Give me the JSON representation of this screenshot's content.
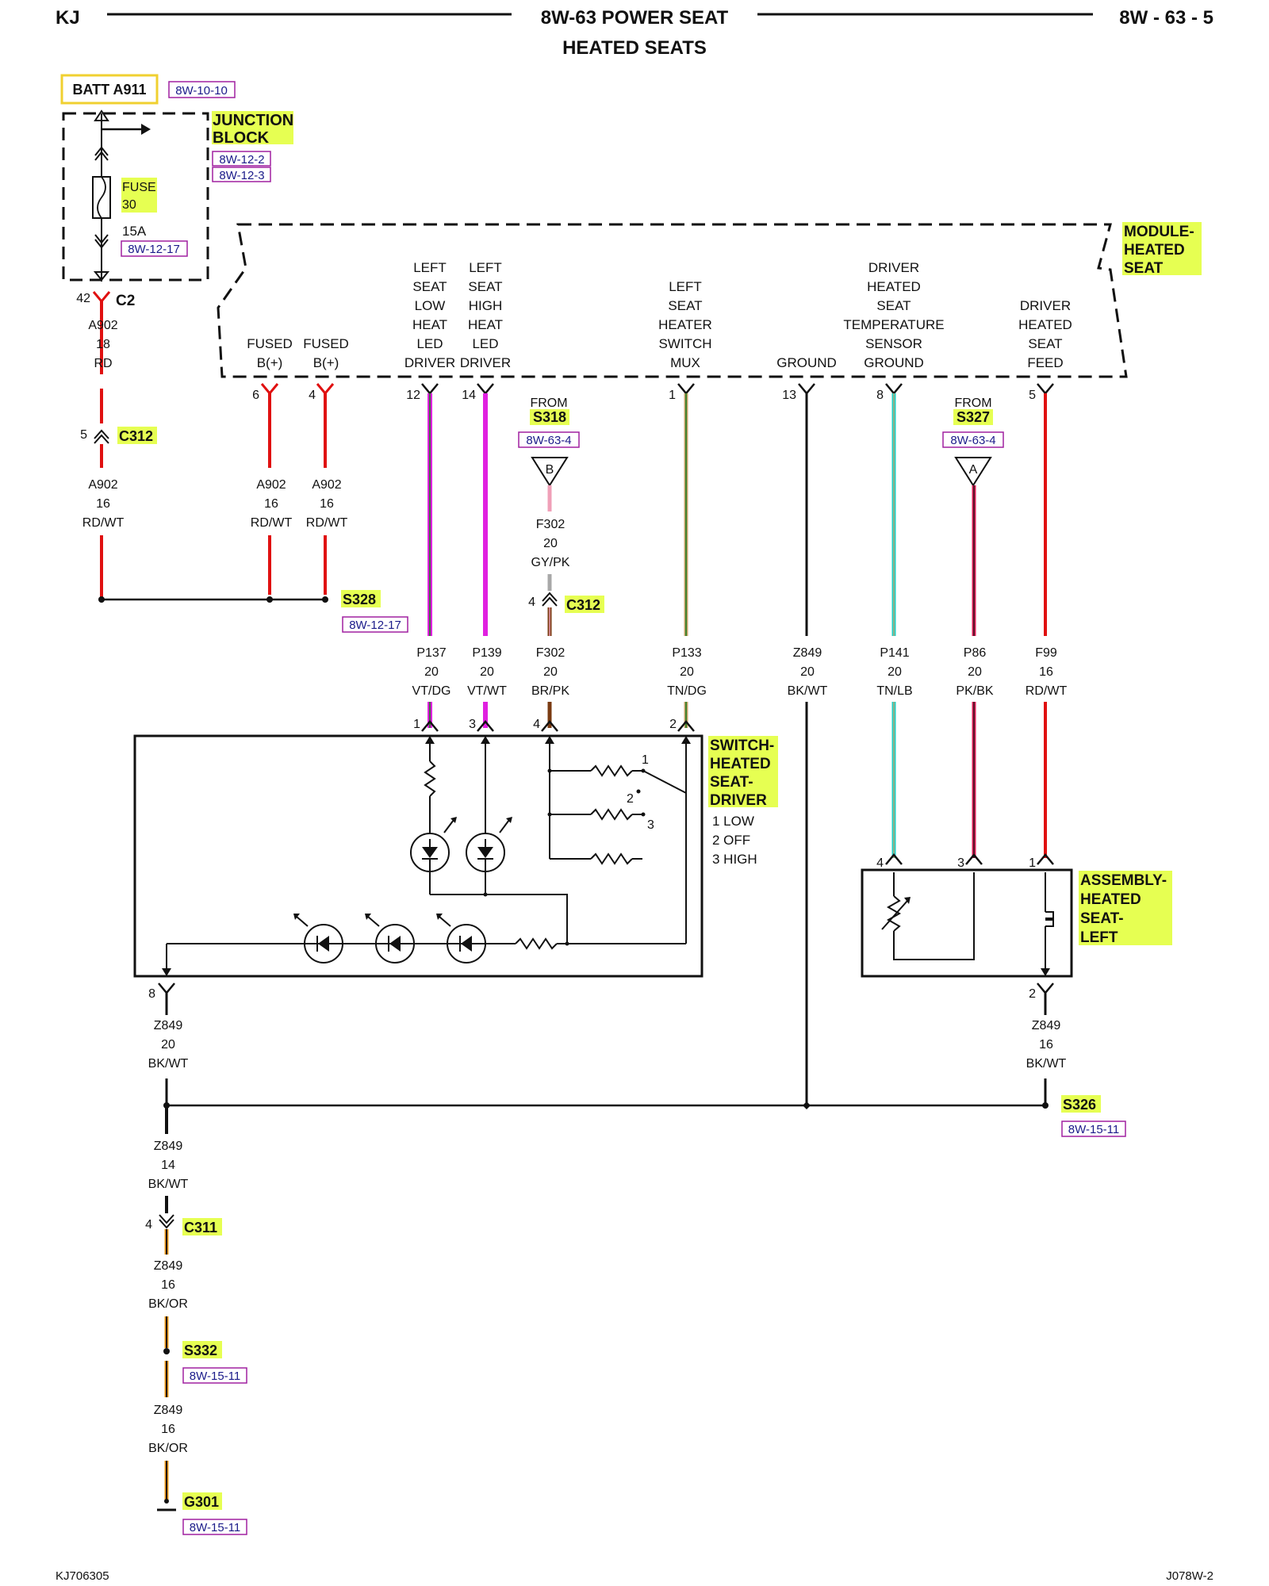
{
  "header": {
    "left": "KJ",
    "title": "8W-63 POWER SEAT",
    "subtitle": "HEATED SEATS",
    "page": "8W - 63 - 5"
  },
  "footer": {
    "left": "KJ706305",
    "right": "J078W-2"
  },
  "colors": {
    "highlight": "#e6ff52",
    "ref_box": "#a020a0",
    "rd": "#e01010",
    "vt": "#e020e0",
    "dg": "#1e7a1e",
    "tn": "#c8a36a",
    "lb": "#1fd0c8",
    "pk": "#f0a0b8",
    "gy": "#a8a8a8",
    "br": "#7a3b12",
    "or": "#f29a1a"
  },
  "source": {
    "batt": "BATT A911",
    "batt_ref": "8W-10-10"
  },
  "junction_block": {
    "title_line1": "JUNCTION",
    "title_line2": "BLOCK",
    "ref1": "8W-12-2",
    "ref2": "8W-12-3",
    "fuse_label": "FUSE",
    "fuse_number": "30",
    "fuse_amps": "15A",
    "fuse_ref": "8W-12-17",
    "connector_pin": "42",
    "connector": "C2"
  },
  "module": {
    "title_line1": "MODULE-",
    "title_line2": "HEATED",
    "title_line3": "SEAT",
    "pins": {
      "fused_b1": {
        "pin": "6",
        "lines": [
          "FUSED",
          "B(+)"
        ]
      },
      "fused_b2": {
        "pin": "4",
        "lines": [
          "FUSED",
          "B(+)"
        ]
      },
      "low_led": {
        "pin": "12",
        "lines": [
          "LEFT",
          "SEAT",
          "LOW",
          "HEAT",
          "LED",
          "DRIVER"
        ]
      },
      "high_led": {
        "pin": "14",
        "lines": [
          "LEFT",
          "SEAT",
          "HIGH",
          "HEAT",
          "LED",
          "DRIVER"
        ]
      },
      "mux": {
        "pin": "1",
        "lines": [
          "LEFT",
          "SEAT",
          "HEATER",
          "SWITCH",
          "MUX"
        ]
      },
      "ground": {
        "pin": "13",
        "lines": [
          "GROUND"
        ]
      },
      "temp_ground": {
        "pin": "8",
        "lines": [
          "DRIVER",
          "HEATED",
          "SEAT",
          "TEMPERATURE",
          "SENSOR",
          "GROUND"
        ]
      },
      "feed": {
        "pin": "5",
        "lines": [
          "DRIVER",
          "HEATED",
          "SEAT",
          "FEED"
        ]
      }
    }
  },
  "wires": {
    "a902_18": [
      "A902",
      "18",
      "RD"
    ],
    "a902_16_a": [
      "A902",
      "16",
      "RD/WT"
    ],
    "a902_16_b": [
      "A902",
      "16",
      "RD/WT"
    ],
    "a902_16_c": [
      "A902",
      "16",
      "RD/WT"
    ],
    "f302_top": [
      "F302",
      "20",
      "GY/PK"
    ],
    "p137": [
      "P137",
      "20",
      "VT/DG"
    ],
    "p139": [
      "P139",
      "20",
      "VT/WT"
    ],
    "f302_bot": [
      "F302",
      "20",
      "BR/PK"
    ],
    "p133": [
      "P133",
      "20",
      "TN/DG"
    ],
    "z849_mod": [
      "Z849",
      "20",
      "BK/WT"
    ],
    "p141": [
      "P141",
      "20",
      "TN/LB"
    ],
    "p86": [
      "P86",
      "20",
      "PK/BK"
    ],
    "f99": [
      "F99",
      "16",
      "RD/WT"
    ],
    "z849_sw": [
      "Z849",
      "20",
      "BK/WT"
    ],
    "z849_asm": [
      "Z849",
      "16",
      "BK/WT"
    ],
    "z849_14": [
      "Z849",
      "14",
      "BK/WT"
    ],
    "z849_or1": [
      "Z849",
      "16",
      "BK/OR"
    ],
    "z849_or2": [
      "Z849",
      "16",
      "BK/OR"
    ]
  },
  "connectors": {
    "c312_a": {
      "pin": "5",
      "name": "C312"
    },
    "c312_b": {
      "pin": "4",
      "name": "C312"
    },
    "c311": {
      "pin": "4",
      "name": "C311"
    }
  },
  "splices": {
    "s328": {
      "name": "S328",
      "ref": "8W-12-17"
    },
    "s318": {
      "from": "FROM",
      "name": "S318",
      "ref": "8W-63-4",
      "letter": "B"
    },
    "s327": {
      "from": "FROM",
      "name": "S327",
      "ref": "8W-63-4",
      "letter": "A"
    },
    "s326": {
      "name": "S326",
      "ref": "8W-15-11"
    },
    "s332": {
      "name": "S332",
      "ref": "8W-15-11"
    },
    "g301": {
      "name": "G301",
      "ref": "8W-15-11"
    }
  },
  "switch": {
    "title_line1": "SWITCH-",
    "title_line2": "HEATED",
    "title_line3": "SEAT-",
    "title_line4": "DRIVER",
    "legend": [
      "1 LOW",
      "2 OFF",
      "3 HIGH"
    ],
    "pins": {
      "low": "1",
      "high": "3",
      "f302": "4",
      "mux": "2",
      "ground": "8"
    },
    "positions": {
      "p1": "1",
      "p2": "2",
      "p3": "3"
    }
  },
  "assembly": {
    "title_line1": "ASSEMBLY-",
    "title_line2": "HEATED",
    "title_line3": "SEAT-",
    "title_line4": "LEFT",
    "pins": {
      "sensor": "4",
      "pk": "3",
      "feed": "1",
      "ground": "2"
    }
  }
}
